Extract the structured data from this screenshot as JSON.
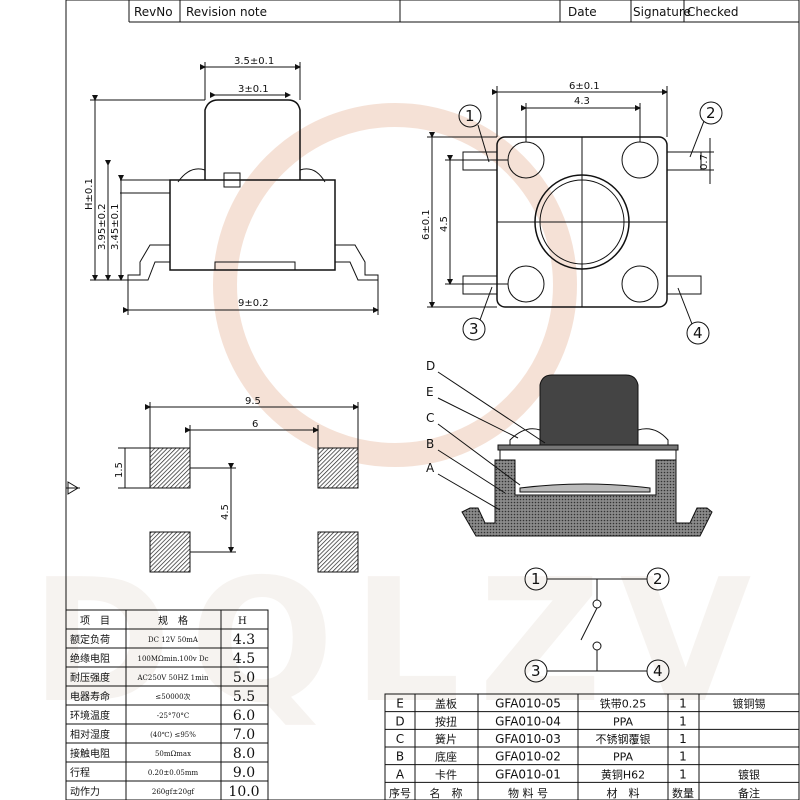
{
  "header": {
    "revno": "RevNo",
    "revision_note": "Revision note",
    "date": "Date",
    "signature": "Signature",
    "checked": "Checked"
  },
  "watermark": {
    "text": "DQLZV",
    "color": "#e8d4c4"
  },
  "side_view": {
    "width_outer": "3.5±0.1",
    "width_inner": "3±0.1",
    "height_h": "H±0.1",
    "height_1": "3.95±0.2",
    "height_2": "3.45±0.1",
    "body_width": "9±0.2"
  },
  "top_view": {
    "width": "6±0.1",
    "pitch_x": "4.3",
    "height": "6±0.1",
    "pitch_y": "4.5",
    "lead": "0.7",
    "pins": [
      "1",
      "2",
      "3",
      "4"
    ]
  },
  "footprint": {
    "span": "9.5",
    "inner": "6",
    "pad_h": "1.5",
    "pitch": "4.5"
  },
  "section": {
    "labels": [
      "D",
      "E",
      "C",
      "B",
      "A"
    ]
  },
  "schematic": {
    "pins": [
      "1",
      "2",
      "3",
      "4"
    ]
  },
  "spec_table": {
    "headers": [
      "项　目",
      "规　格",
      "H"
    ],
    "rows": [
      {
        "item": "额定负荷",
        "spec": "DC 12V 50mA",
        "h": "4.3"
      },
      {
        "item": "绝缘电阻",
        "spec": "100MΩmin.100v Dc",
        "h": "4.5"
      },
      {
        "item": "耐压强度",
        "spec": "AC250V 50HZ 1min",
        "h": "5.0"
      },
      {
        "item": "电器寿命",
        "spec": "≤50000次",
        "h": "5.5"
      },
      {
        "item": "环境温度",
        "spec": "-25°70°C",
        "h": "6.0"
      },
      {
        "item": "相对湿度",
        "spec": "(40℃) ≤95%",
        "h": "7.0"
      },
      {
        "item": "接触电阻",
        "spec": "50mΩmax",
        "h": "8.0"
      },
      {
        "item": "行程",
        "spec": "0.20±0.05mm",
        "h": "9.0"
      },
      {
        "item": "动作力",
        "spec": "260gf±20gf",
        "h": "10.0"
      }
    ]
  },
  "bom": {
    "headers": [
      "序号",
      "名　称",
      "物 料 号",
      "材　料",
      "数量",
      "备注"
    ],
    "rows": [
      {
        "id": "E",
        "name": "盖板",
        "part": "GFA010-05",
        "material": "铁带0.25",
        "qty": "1",
        "note": "镀铜锡"
      },
      {
        "id": "D",
        "name": "按扭",
        "part": "GFA010-04",
        "material": "PPA",
        "qty": "1",
        "note": ""
      },
      {
        "id": "C",
        "name": "簧片",
        "part": "GFA010-03",
        "material": "不锈钢覆银",
        "qty": "1",
        "note": ""
      },
      {
        "id": "B",
        "name": "底座",
        "part": "GFA010-02",
        "material": "PPA",
        "qty": "1",
        "note": ""
      },
      {
        "id": "A",
        "name": "卡件",
        "part": "GFA010-01",
        "material": "黄铜H62",
        "qty": "1",
        "note": "镀银"
      }
    ]
  }
}
